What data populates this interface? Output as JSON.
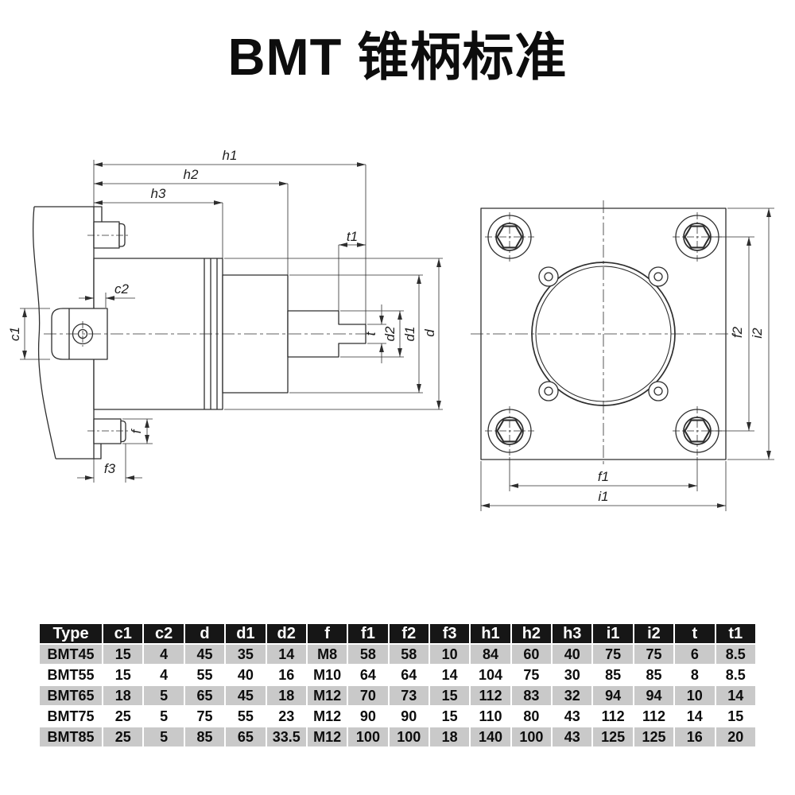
{
  "title": "BMT 锥柄标准",
  "drawing": {
    "labels": {
      "h1": "h1",
      "h2": "h2",
      "h3": "h3",
      "t1": "t1",
      "c1": "c1",
      "c2": "c2",
      "t": "t",
      "d2": "d2",
      "d1": "d1",
      "d": "d",
      "f": "f",
      "f3": "f3",
      "f1": "f1",
      "f2": "f2",
      "i1": "i1",
      "i2": "i2"
    }
  },
  "table": {
    "headers": [
      "Type",
      "c1",
      "c2",
      "d",
      "d1",
      "d2",
      "f",
      "f1",
      "f2",
      "f3",
      "h1",
      "h2",
      "h3",
      "i1",
      "i2",
      "t",
      "t1"
    ],
    "rows": [
      [
        "BMT45",
        "15",
        "4",
        "45",
        "35",
        "14",
        "M8",
        "58",
        "58",
        "10",
        "84",
        "60",
        "40",
        "75",
        "75",
        "6",
        "8.5"
      ],
      [
        "BMT55",
        "15",
        "4",
        "55",
        "40",
        "16",
        "M10",
        "64",
        "64",
        "14",
        "104",
        "75",
        "30",
        "85",
        "85",
        "8",
        "8.5"
      ],
      [
        "BMT65",
        "18",
        "5",
        "65",
        "45",
        "18",
        "M12",
        "70",
        "73",
        "15",
        "112",
        "83",
        "32",
        "94",
        "94",
        "10",
        "14"
      ],
      [
        "BMT75",
        "25",
        "5",
        "75",
        "55",
        "23",
        "M12",
        "90",
        "90",
        "15",
        "110",
        "80",
        "43",
        "112",
        "112",
        "14",
        "15"
      ],
      [
        "BMT85",
        "25",
        "5",
        "85",
        "65",
        "33.5",
        "M12",
        "100",
        "100",
        "18",
        "140",
        "100",
        "43",
        "125",
        "125",
        "16",
        "20"
      ]
    ]
  },
  "colors": {
    "line": "#2e2e2e",
    "table_header_bg": "#161616",
    "table_alt_row_bg": "#c9c9c9",
    "text": "#0d0d0d"
  }
}
